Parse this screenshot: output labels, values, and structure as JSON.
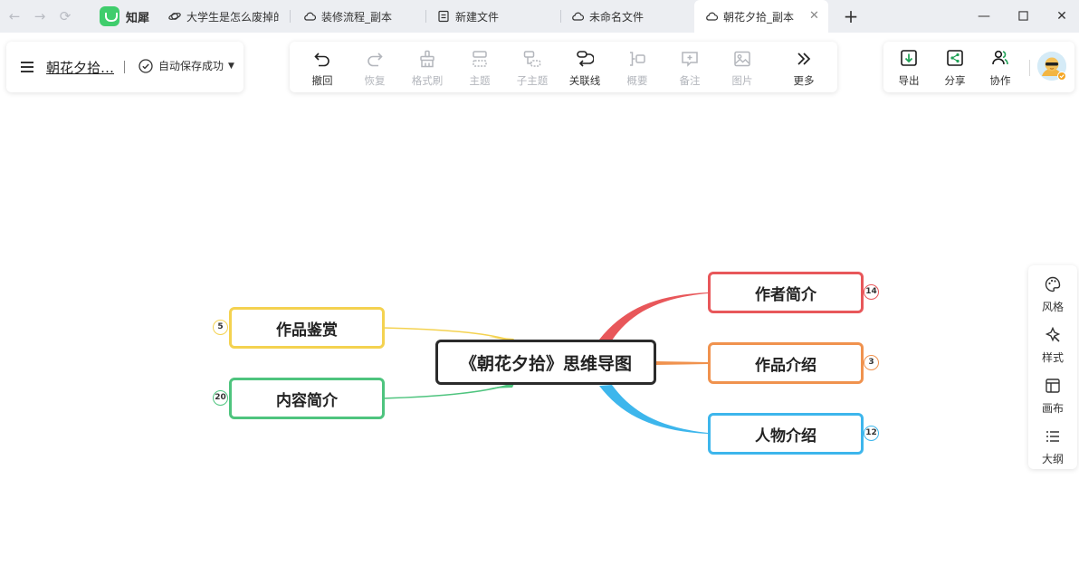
{
  "tabs": [
    {
      "label": "知犀"
    },
    {
      "label": "大学生是怎么废掉的"
    },
    {
      "label": "装修流程_副本"
    },
    {
      "label": "新建文件"
    },
    {
      "label": "未命名文件"
    },
    {
      "label": "朝花夕拾_副本"
    }
  ],
  "doc": {
    "title": "朝花夕拾…",
    "save_status": "自动保存成功"
  },
  "toolbar": {
    "items": [
      {
        "label": "撤回",
        "icon": "undo-icon",
        "enabled": true
      },
      {
        "label": "恢复",
        "icon": "redo-icon",
        "enabled": false
      },
      {
        "label": "格式刷",
        "icon": "format-brush-icon",
        "enabled": false
      },
      {
        "label": "主题",
        "icon": "topic-icon",
        "enabled": false
      },
      {
        "label": "子主题",
        "icon": "subtopic-icon",
        "enabled": false
      },
      {
        "label": "关联线",
        "icon": "relation-line-icon",
        "enabled": true
      },
      {
        "label": "概要",
        "icon": "summary-icon",
        "enabled": false
      },
      {
        "label": "备注",
        "icon": "note-icon",
        "enabled": false
      },
      {
        "label": "图片",
        "icon": "image-icon",
        "enabled": false
      },
      {
        "label": "更多",
        "icon": "more-icon",
        "enabled": true
      }
    ]
  },
  "actions": {
    "export": "导出",
    "share": "分享",
    "collab": "协作"
  },
  "side": {
    "style": "风格",
    "format": "样式",
    "canvas": "画布",
    "outline": "大纲"
  },
  "mindmap": {
    "root": "《朝花夕拾》思维导图",
    "branches": [
      {
        "label": "作者简介",
        "count": "14",
        "color": "#e8575a"
      },
      {
        "label": "作品介绍",
        "count": "3",
        "color": "#f0924e"
      },
      {
        "label": "人物介绍",
        "count": "12",
        "color": "#3db6ec"
      },
      {
        "label": "作品鉴赏",
        "count": "5",
        "color": "#f4d250"
      },
      {
        "label": "内容简介",
        "count": "20",
        "color": "#4ec47e"
      }
    ]
  }
}
